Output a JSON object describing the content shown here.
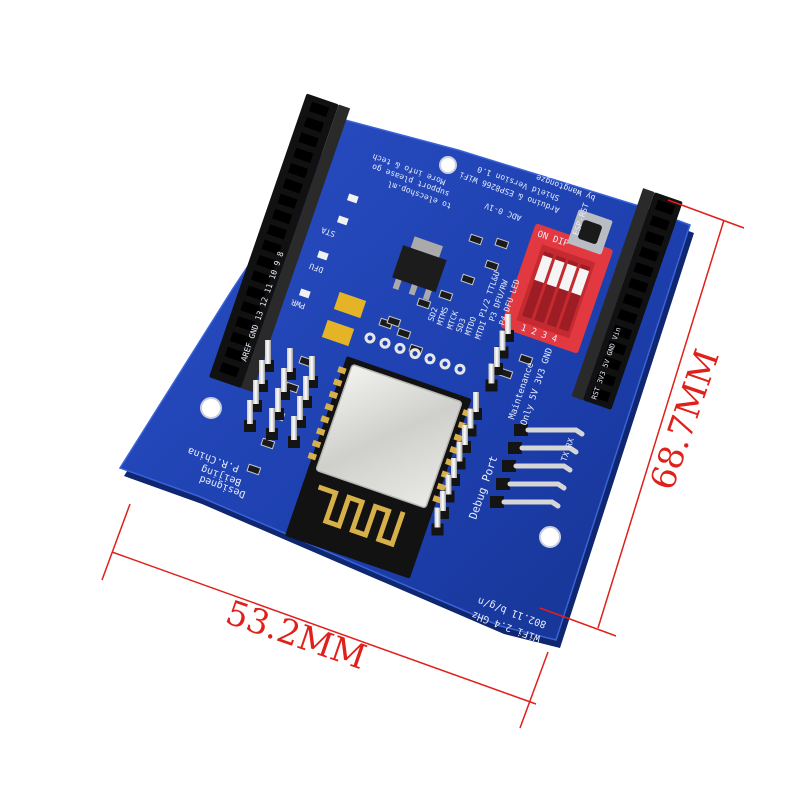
{
  "photo": {
    "subject": "ESP8266 Arduino WiFi shield board",
    "colors": {
      "pcb": "#1c3fae",
      "pcb_edge": "#132c86",
      "dimension_line": "#e0201a",
      "header": "#161616",
      "dip_switch": "#e2383f",
      "shield_can": "#d9d9d6"
    }
  },
  "dimensions": {
    "width_label": "53.2MM",
    "height_label": "68.7MM"
  },
  "silkscreen": {
    "designed": "Designed",
    "beijing": "Beijing",
    "prchina": "P.R.China",
    "wifi_band": "802.11 b/g/n",
    "wifi_freq": "WiFi 2.4 GHz",
    "debug_port": "Debug Port",
    "maintenance": "Maintenance",
    "only": "Only 5V 3V3 GND",
    "dip_on": "ON DIP",
    "dip_numbers": "1 2 3 4",
    "by": "by Wangtongze",
    "shield_version": "Shield Version 1.0",
    "arduino_esp": "Arduino & ESP8266 WiFi",
    "adc": "ADC 0-1V",
    "more_info": "More info & tech",
    "support": "support please go",
    "to_site": "to elecshop.ml",
    "ttl": "P1/2 TTL&U",
    "p3": "P3 DFU/RW",
    "p4": "P4 DFU LED",
    "esp_rst": "ESP-RST",
    "sta": "STA",
    "dfu": "DFU",
    "pwr": "PWR",
    "mtdo": "MTDO",
    "mtdi": "MTDI",
    "mtck": "MTCK",
    "mtms": "MTMS",
    "sd3": "SD3",
    "sd2": "SD2",
    "aref": "AREF GND 13 12 11 10 9 8",
    "tx_rx": "TX RX",
    "power_pins": "RST 3V3 5V GND Vin"
  }
}
